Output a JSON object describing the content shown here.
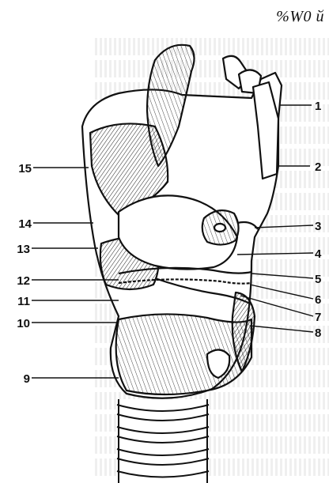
{
  "header": {
    "text": "%W0 й"
  },
  "labels_right": [
    "1",
    "2",
    "3",
    "4",
    "5",
    "6",
    "7",
    "8"
  ],
  "labels_left": [
    "15",
    "14",
    "13",
    "12",
    "11",
    "10",
    "9"
  ],
  "colors": {
    "ink": "#111111",
    "paper": "#ffffff",
    "bleed": "#b5b5b5"
  }
}
